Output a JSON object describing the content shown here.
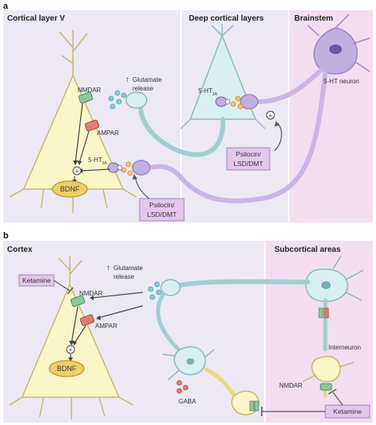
{
  "panel_a": {
    "letter": "a",
    "regions": [
      "Cortical layer V",
      "Deep cortical layers",
      "Brainstem"
    ],
    "labels": {
      "nmdar": "NMDAR",
      "glutamate_arrow": "↑",
      "glutamate": "Glutamate",
      "release": "release",
      "ampar": "AMPAR",
      "ht2a_top": "5-HT",
      "ht2a_left": "5-HT",
      "sub_2a": "2A",
      "neuron_5ht": "5-HT neuron",
      "bdnf": "BDNF",
      "psilocin_line1": "Psilocin/",
      "psilocin_line2": "LSD/DMT",
      "psilocin_right_line1": "Psilocin/",
      "psilocin_right_line2": "LSD/DMT",
      "plus": "+"
    }
  },
  "panel_b": {
    "letter": "b",
    "regions": [
      "Cortex",
      "Subcortical areas"
    ],
    "labels": {
      "ketamine_left": "Ketamine",
      "ketamine_right": "Ketamine",
      "nmdar_left": "NMDAR",
      "nmdar_right": "NMDAR",
      "ampar": "AMPAR",
      "glutamate_arrow": "↑",
      "glutamate": "Glutamate",
      "release": "release",
      "bdnf": "BDNF",
      "gaba": "GABA",
      "interneuron": "Interneuron",
      "plus": "+"
    }
  },
  "colors": {
    "panel_a_left_bg": "#ece9f4",
    "panel_a_right_bg": "#f2def0",
    "panel_b_left_bg": "#ece9f4",
    "panel_b_right_bg": "#f2def0",
    "pyramidal_fill": "#fbf6c8",
    "cortical_neuron_fill": "#d9eef0",
    "brainstem_neuron_fill": "#c2aee0",
    "axon_purple": "#c9b5e6",
    "drug_box": "#e3c8ec",
    "receptor_green": "#8fc8a0",
    "receptor_red": "#e37d72",
    "bdnf_fill": "#f0cf6a"
  }
}
